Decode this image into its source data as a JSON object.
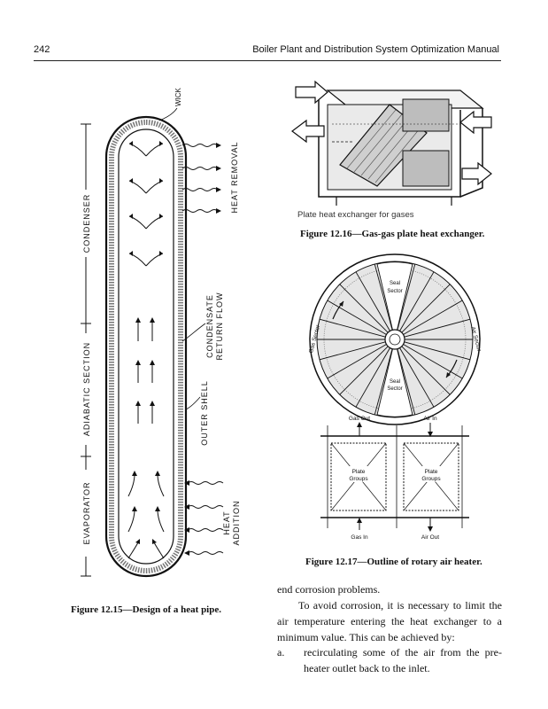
{
  "header": {
    "page_number": "242",
    "running_title": "Boiler Plant and Distribution System Optimization Manual"
  },
  "fig_heat_pipe": {
    "labels": {
      "wick": "WICK",
      "condenser": "CONDENSER",
      "adiabatic": "ADIABATIC SECTION",
      "evaporator": "EVAPORATOR",
      "heat_removal": "HEAT REMOVAL",
      "condensate_1": "CONDENSATE",
      "condensate_2": "RETURN FLOW",
      "outer_shell": "OUTER SHELL",
      "heat_addition_1": "HEAT",
      "heat_addition_2": "ADDITION"
    },
    "caption": "Figure 12.15—Design of a heat pipe."
  },
  "fig_plate": {
    "inner_caption": "Plate heat exchanger for gases",
    "caption": "Figure 12.16—Gas-gas plate heat exchanger."
  },
  "fig_rotary": {
    "labels": {
      "seal_sector_top_1": "Seal",
      "seal_sector_top_2": "Sector",
      "seal_sector_bot_1": "Seal",
      "seal_sector_bot_2": "Sector",
      "gas_sector": "Gas Sector",
      "air_sector": "Air Sector",
      "gas_out": "Gas Out",
      "air_in": "Air In",
      "gas_in": "Gas In",
      "air_out": "Air Out",
      "plate_groups_1": "Plate",
      "plate_groups_2": "Groups"
    },
    "caption": "Figure 12.17—Outline of rotary air heater."
  },
  "body": {
    "line1": "end corrosion problems.",
    "para": "To avoid corrosion, it is necessary to limit the air temperature entering the heat exchanger to a minimum value. This can be achieved by:",
    "item_marker": "a.",
    "item_text": "recirculating some of the air from the pre-heater outlet back to the inlet."
  }
}
